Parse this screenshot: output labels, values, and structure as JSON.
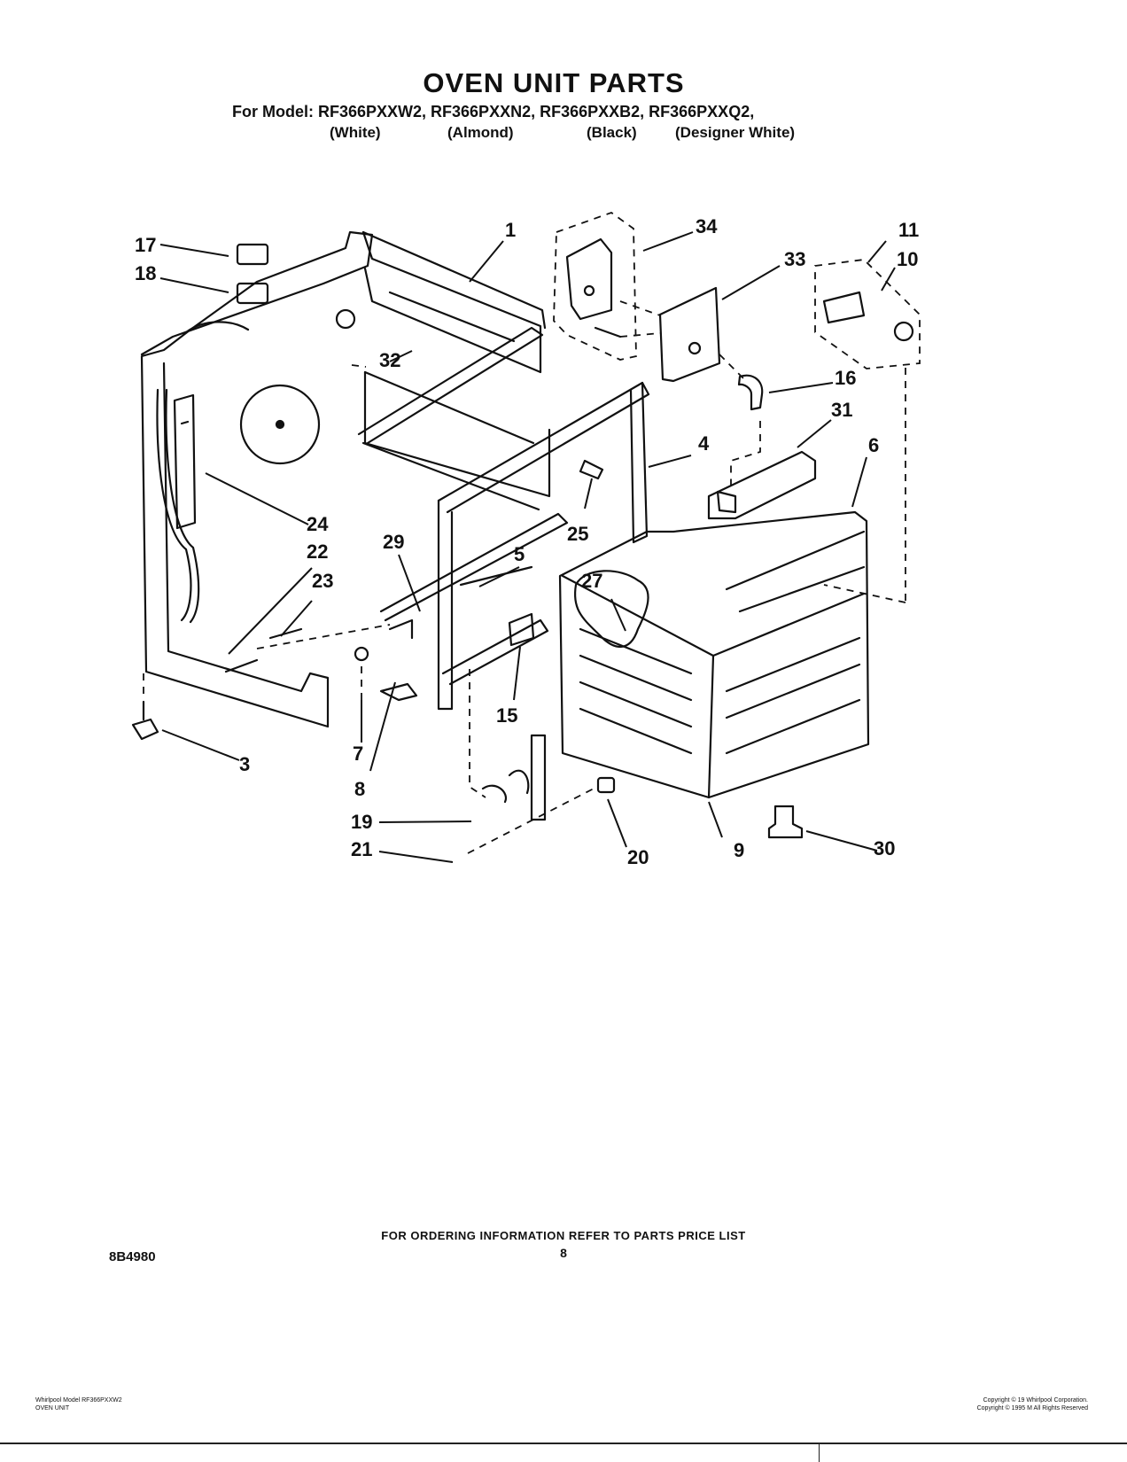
{
  "page": {
    "title": "OVEN UNIT PARTS",
    "model_line": "For Model: RF366PXXW2, RF366PXXN2, RF366PXXB2, RF366PXXQ2,",
    "colors": [
      "(White)",
      "(Almond)",
      "(Black)",
      "(Designer White)"
    ],
    "order_note": "FOR ORDERING INFORMATION REFER TO PARTS PRICE LIST",
    "page_number": "8",
    "part_code": "8B4980"
  },
  "diagram": {
    "callouts": [
      "1",
      "3",
      "4",
      "5",
      "6",
      "7",
      "8",
      "9",
      "10",
      "11",
      "15",
      "16",
      "17",
      "18",
      "19",
      "20",
      "21",
      "22",
      "23",
      "24",
      "25",
      "27",
      "29",
      "30",
      "31",
      "32",
      "33",
      "34"
    ]
  },
  "footer": {
    "left_line1": "Whirlpool Model RF366PXXW2",
    "left_line2": "OVEN UNIT",
    "right_line1": "Copyright © 19   Whirlpool Corporation.",
    "right_line2": "Copyright © 1995 M        All Rights Reserved"
  }
}
